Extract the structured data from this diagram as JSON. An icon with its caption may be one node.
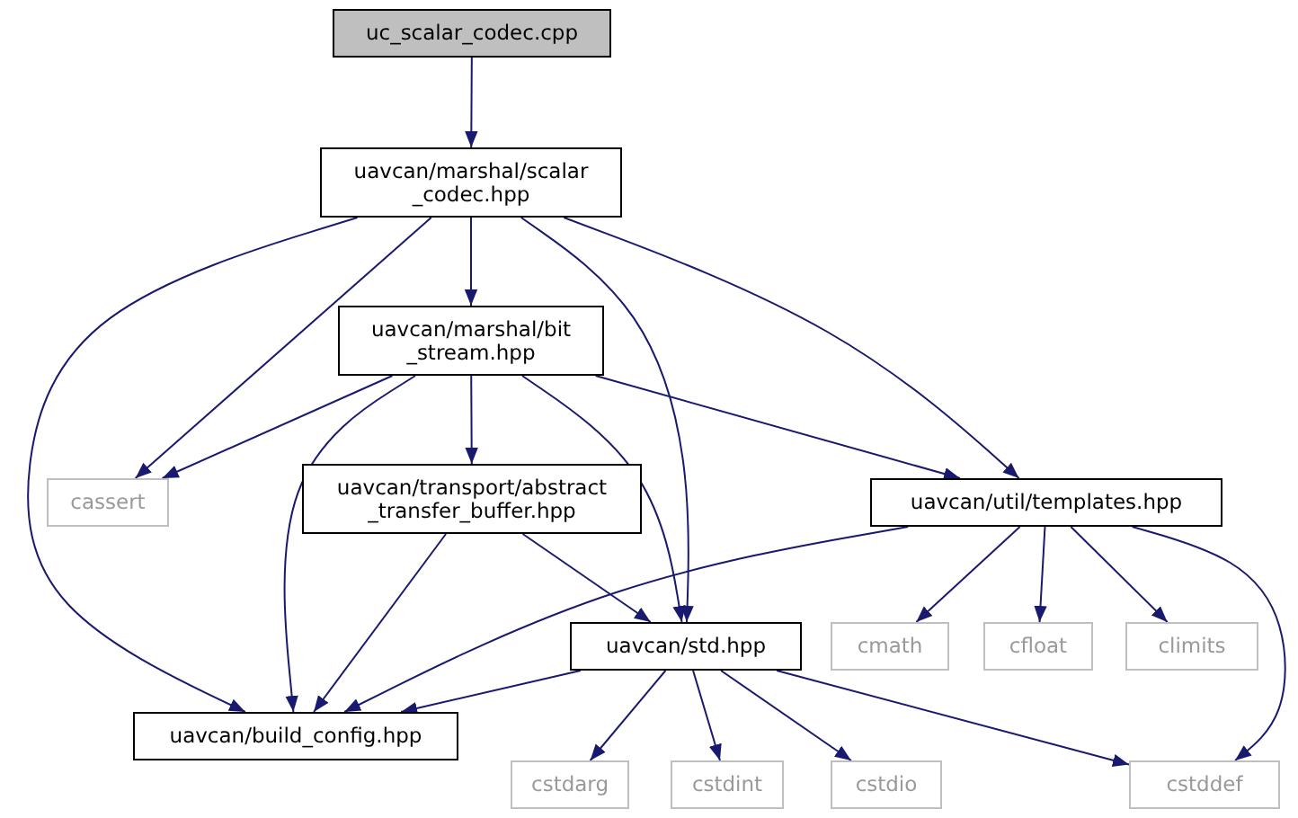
{
  "diagram": {
    "nodes": [
      {
        "text": [
          "uc_scalar_codec.cpp"
        ]
      },
      {
        "text": [
          "uavcan/marshal/scalar _codec.hpp"
        ]
      },
      {
        "text": [
          "uavcan/marshal/bit _stream.hpp"
        ]
      },
      {
        "text": [
          "cassert"
        ]
      },
      {
        "text": [
          "uavcan/transport/abstract _transfer_buffer.hpp"
        ]
      },
      {
        "text": [
          "uavcan/util/templates.hpp"
        ]
      },
      {
        "text": [
          "uavcan/std.hpp"
        ]
      },
      {
        "text": [
          "cmath"
        ]
      },
      {
        "text": [
          "cfloat"
        ]
      },
      {
        "text": [
          "climits"
        ]
      },
      {
        "text": [
          "uavcan/build_config.hpp"
        ]
      },
      {
        "text": [
          "cstdarg"
        ]
      },
      {
        "text": [
          "cstdint"
        ]
      },
      {
        "text": [
          "cstdio"
        ]
      },
      {
        "text": [
          "cstddef"
        ]
      }
    ],
    "edges": [
      {
        "from": 0,
        "to": 1,
        "arrow": "to"
      },
      {
        "from": 1,
        "to": 10,
        "arrow": "to"
      },
      {
        "from": 1,
        "to": 3,
        "arrow": "to"
      },
      {
        "from": 1,
        "to": 2,
        "arrow": "to"
      },
      {
        "from": 1,
        "to": 6,
        "arrow": "to"
      },
      {
        "from": 1,
        "to": 5,
        "arrow": "to"
      },
      {
        "from": 2,
        "to": 3,
        "arrow": "to"
      },
      {
        "from": 2,
        "to": 10,
        "arrow": "to"
      },
      {
        "from": 2,
        "to": 4,
        "arrow": "to"
      },
      {
        "from": 2,
        "to": 6,
        "arrow": "to"
      },
      {
        "from": 2,
        "to": 5,
        "arrow": "to"
      },
      {
        "from": 4,
        "to": 10,
        "arrow": "to"
      },
      {
        "from": 4,
        "to": 6,
        "arrow": "to"
      },
      {
        "from": 5,
        "to": 10,
        "arrow": "to"
      },
      {
        "from": 5,
        "to": 7,
        "arrow": "to"
      },
      {
        "from": 5,
        "to": 8,
        "arrow": "to"
      },
      {
        "from": 5,
        "to": 9,
        "arrow": "to"
      },
      {
        "from": 5,
        "to": 14,
        "arrow": "to"
      },
      {
        "from": 6,
        "to": 10,
        "arrow": "to"
      },
      {
        "from": 6,
        "to": 11,
        "arrow": "to"
      },
      {
        "from": 6,
        "to": 12,
        "arrow": "to"
      },
      {
        "from": 6,
        "to": 13,
        "arrow": "to"
      },
      {
        "from": 6,
        "to": 14,
        "arrow": "to"
      }
    ]
  }
}
